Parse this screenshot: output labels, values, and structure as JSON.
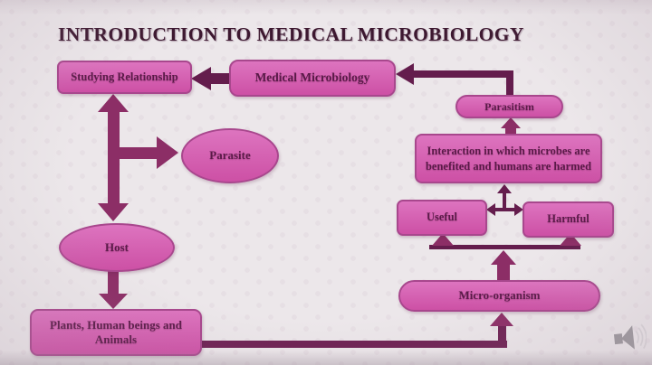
{
  "slide": {
    "title": "INTRODUCTION TO MEDICAL MICROBIOLOGY"
  },
  "nodes": {
    "studying_relationship": {
      "label": "Studying Relationship",
      "shape": "rounded-rectangle"
    },
    "medical_microbiology": {
      "label": "Medical Microbiology",
      "shape": "rounded-rectangle"
    },
    "parasitism": {
      "label": "Parasitism",
      "shape": "stadium"
    },
    "interaction": {
      "label": "Interaction in which microbes are benefited and humans are harmed",
      "shape": "rounded-rectangle"
    },
    "parasite": {
      "label": "Parasite",
      "shape": "ellipse"
    },
    "useful": {
      "label": "Useful",
      "shape": "rounded-rectangle"
    },
    "harmful": {
      "label": "Harmful",
      "shape": "rounded-rectangle"
    },
    "host": {
      "label": "Host",
      "shape": "ellipse"
    },
    "plants": {
      "label": "Plants, Human beings and Animals",
      "shape": "rounded-rectangle"
    },
    "micro_organism": {
      "label": "Micro-organism",
      "shape": "stadium"
    }
  },
  "edges": [
    {
      "from": "medical_microbiology",
      "to": "studying_relationship",
      "style": "thick-arrow"
    },
    {
      "from": "parasitism",
      "to": "medical_microbiology",
      "style": "elbow-arrow"
    },
    {
      "from": "interaction",
      "to": "parasitism",
      "style": "thick-arrow"
    },
    {
      "between": [
        "useful",
        "interaction",
        "harmful"
      ],
      "style": "three-way-arrow"
    },
    {
      "from": "micro_organism",
      "to": [
        "useful",
        "harmful"
      ],
      "style": "branching-arrow"
    },
    {
      "from": "plants",
      "to": "micro_organism",
      "style": "elbow-arrow"
    },
    {
      "between": [
        "studying_relationship",
        "host"
      ],
      "style": "double-headed-arrow"
    },
    {
      "from": "studying_relationship",
      "to": "parasite",
      "style": "branch-arrow"
    },
    {
      "from": "host",
      "to": "plants",
      "style": "thick-arrow"
    }
  ],
  "icons": {
    "audio_indicator": "speaker-icon"
  },
  "colors": {
    "background": "#ece7ea",
    "shape_fill_top": "#dd74bf",
    "shape_fill_bottom": "#cd50a5",
    "shape_border": "#a8478d",
    "shape_text": "#5a1a48",
    "title_text": "#3d1830",
    "arrow": "#8c2e66",
    "connector": "#641d4d",
    "connector_strong": "#6e2153"
  }
}
